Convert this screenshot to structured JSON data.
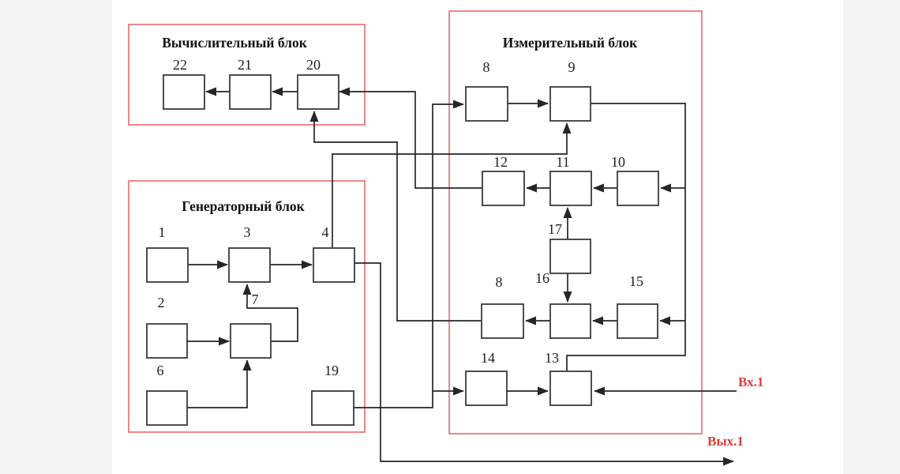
{
  "titles": {
    "computing": "Вычислительный блок",
    "measuring": "Измерительный блок",
    "generator": "Генераторный блок"
  },
  "box_labels": {
    "b22": "22",
    "b21": "21",
    "b20": "20",
    "m8a": "8",
    "m9": "9",
    "m12": "12",
    "m11": "11",
    "m10": "10",
    "m17": "17",
    "m8b": "8",
    "m16": "16",
    "m15": "15",
    "m14": "14",
    "m13": "13",
    "g1": "1",
    "g3": "3",
    "g4": "4",
    "g2": "2",
    "g7": "7",
    "g6": "6",
    "g19": "19"
  },
  "io": {
    "input": "Вх.1",
    "output": "Вых.1"
  },
  "colors": {
    "block_outline": "#e86a6a",
    "io_label": "#e03c3c",
    "wire": "#262626",
    "box_border": "#3a3a3a"
  }
}
